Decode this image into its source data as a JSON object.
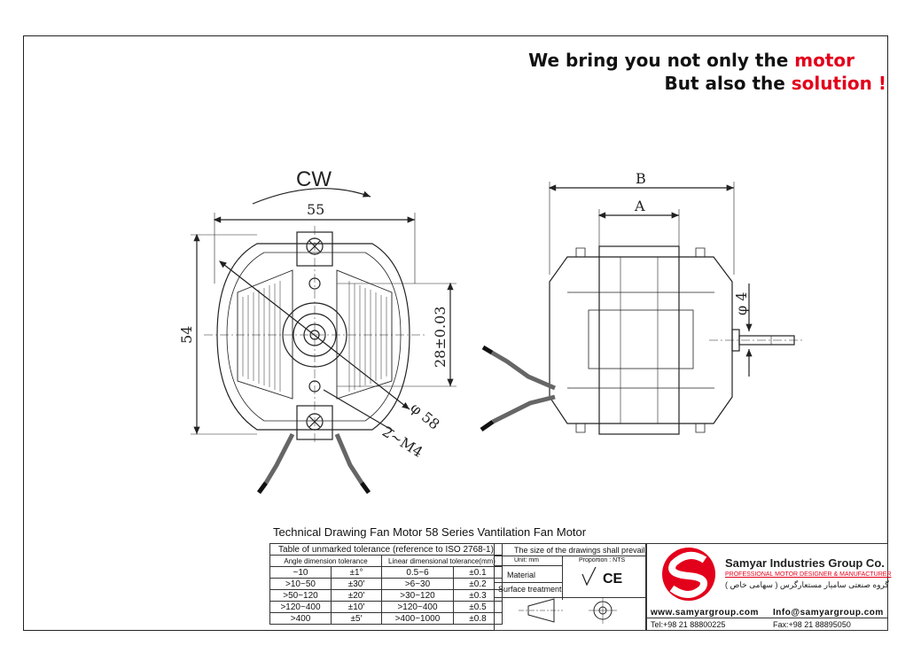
{
  "slogan": {
    "line1_prefix": "We bring you not only the ",
    "line1_highlight": "motor",
    "line2_prefix": "But also the ",
    "line2_highlight": "solution !",
    "highlight_color": "#e3001b"
  },
  "front_view": {
    "rotation": "CW",
    "width_dim": "55",
    "height_dim": "54",
    "hole_dim": "28±0.03",
    "diameter_dim": "φ 58",
    "screw_dim": "2~M4"
  },
  "side_view": {
    "dim_b": "B",
    "dim_a": "A",
    "shaft_dim": "φ 4"
  },
  "title_block": {
    "title": "Technical Drawing Fan Motor 58 Series  Vantilation Fan Motor",
    "tolerance_header": "Table of unmarked tolerance (reference to ISO 2768-1)",
    "angle_header": "Angle dimension tolerance",
    "linear_header": "Linear dimensional tolerance(mm)",
    "rows": [
      {
        "angle_range": "~10",
        "angle_tol": "±1°",
        "lin_range": "0.5~6",
        "lin_tol": "±0.1"
      },
      {
        "angle_range": ">10~50",
        "angle_tol": "±30′",
        "lin_range": ">6~30",
        "lin_tol": "±0.2"
      },
      {
        "angle_range": ">50~120",
        "angle_tol": "±20′",
        "lin_range": ">30~120",
        "lin_tol": "±0.3"
      },
      {
        "angle_range": ">120~400",
        "angle_tol": "±10′",
        "lin_range": ">120~400",
        "lin_tol": "±0.5"
      },
      {
        "angle_range": ">400",
        "angle_tol": "±5′",
        "lin_range": ">400~1000",
        "lin_tol": "±0.8"
      }
    ],
    "prevail_note": "The size of the drawings shall prevail.",
    "unit": "Unit: mm",
    "proportion": "Proportion : NTS",
    "material": "Material",
    "surface": "Surface treatment",
    "ce_mark": "CE"
  },
  "company": {
    "name": "Samyar Industries Group Co.",
    "subtitle": "PROFESSIONAL MOTOR DESIGNER & MANUFACTURER",
    "name_fa": "گروه صنعتی سامیار مستعارگرس ( سهامی خاص )",
    "website": "www.samyargroup.com",
    "email": "Info@samyargroup.com",
    "tel": "Tel:+98 21 88800225",
    "fax": "Fax:+98 21 88895050",
    "logo_color": "#e3001b"
  }
}
